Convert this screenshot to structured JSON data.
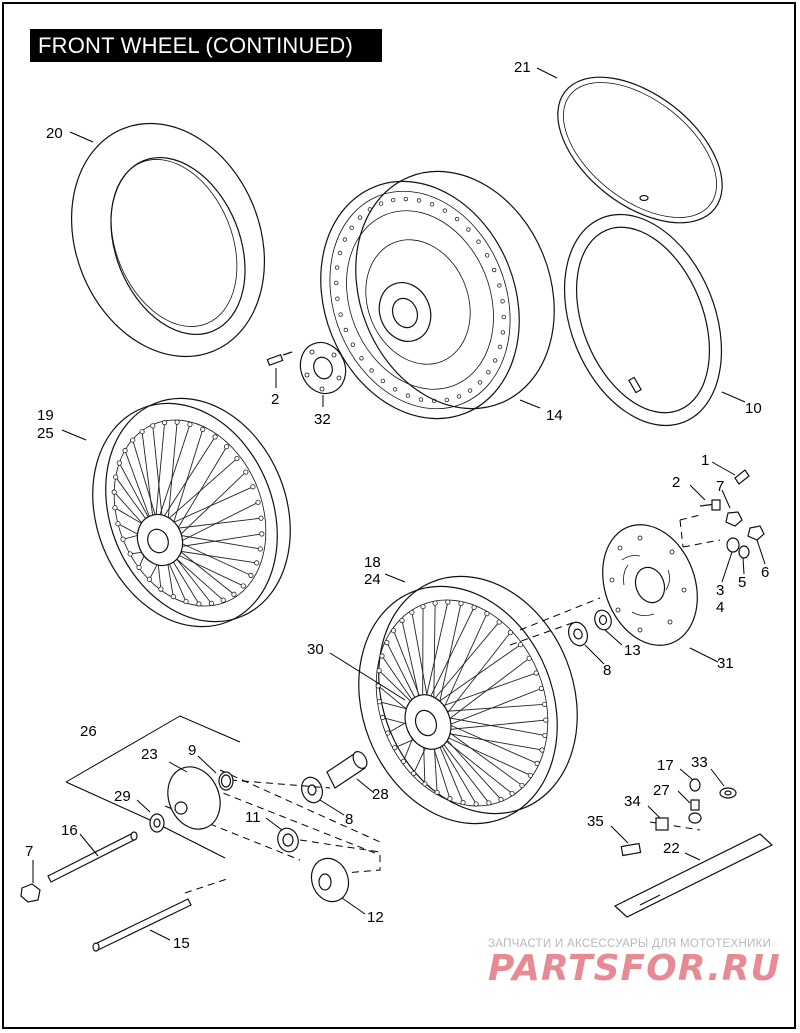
{
  "title": "FRONT WHEEL (CONTINUED)",
  "callouts": {
    "c20": "20",
    "c21": "21",
    "c2a": "2",
    "c32": "32",
    "c14": "14",
    "c10": "10",
    "c19": "19",
    "c25": "25",
    "c1": "1",
    "c2b": "2",
    "c7a": "7",
    "c3": "3",
    "c4": "4",
    "c5": "5",
    "c6": "6",
    "c18": "18",
    "c24": "24",
    "c30": "30",
    "c13": "13",
    "c8a": "8",
    "c31": "31",
    "c26": "26",
    "c23": "23",
    "c9": "9",
    "c29": "29",
    "c16": "16",
    "c7b": "7",
    "c11": "11",
    "c28": "28",
    "c8b": "8",
    "c12": "12",
    "c15": "15",
    "c17": "17",
    "c33": "33",
    "c27": "27",
    "c34": "34",
    "c35": "35",
    "c22": "22"
  },
  "watermark": {
    "tagline": "ЗАПЧАСТИ И АКСЕССУАРЫ ДЛЯ МОТОТЕХНИКИ",
    "brand": "PARTSFOR.RU",
    "color": "#e88a93"
  }
}
